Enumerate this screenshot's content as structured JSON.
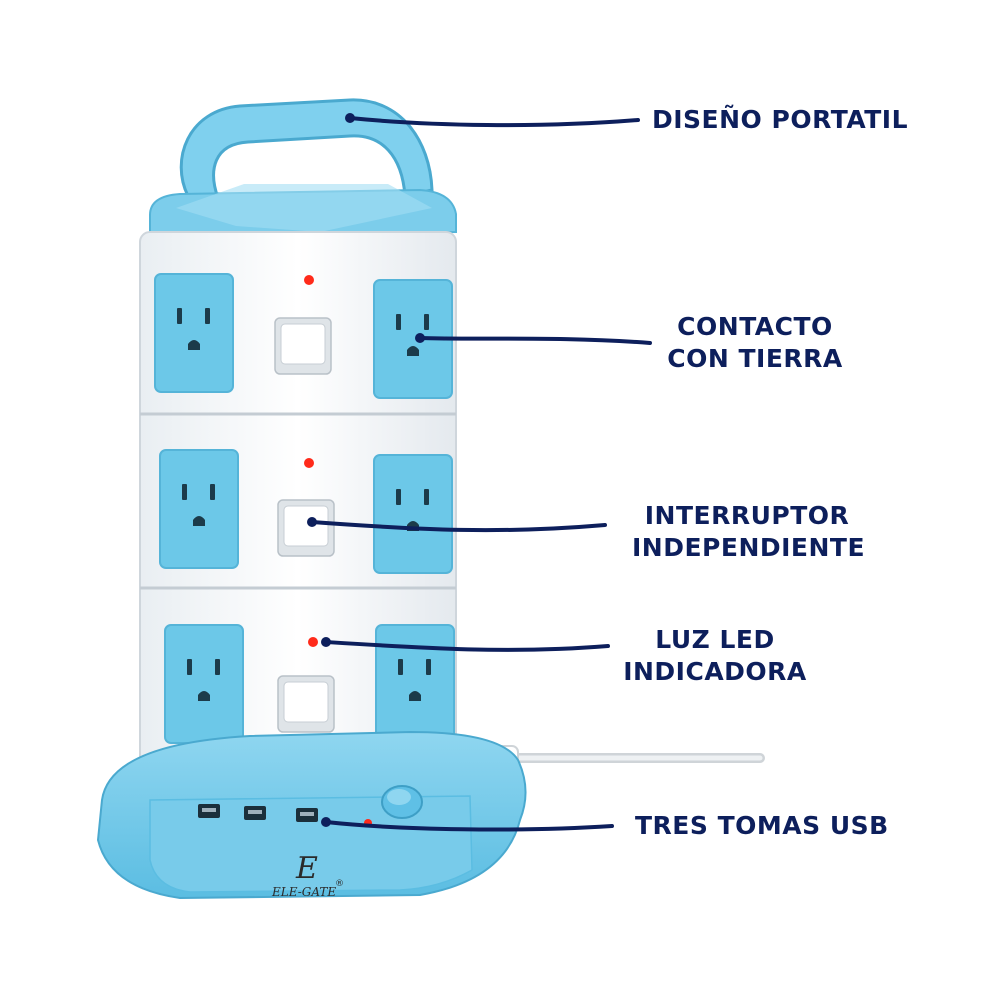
{
  "callouts": {
    "portable": {
      "lines": [
        "DISEÑO PORTATIL"
      ]
    },
    "ground": {
      "lines": [
        "CONTACTO",
        "CON TIERRA"
      ]
    },
    "switch": {
      "lines": [
        "INTERRUPTOR",
        "INDEPENDIENTE"
      ]
    },
    "led": {
      "lines": [
        "LUZ LED",
        "INDICADORA"
      ]
    },
    "usb": {
      "lines": [
        "TRES TOMAS USB"
      ]
    }
  },
  "brand": {
    "mark": "E",
    "name": "ELE-GATE",
    "registered": "®"
  },
  "colors": {
    "product_blue": "#6cc8e8",
    "product_white": "#f7f9fb",
    "callout_navy": "#0d1f5c",
    "led_red": "#ff2a1a"
  },
  "icons": [
    "outlet-icon",
    "rocker-switch-icon",
    "led-indicator-icon",
    "usb-port-icon",
    "power-button-icon",
    "carry-handle-icon"
  ]
}
